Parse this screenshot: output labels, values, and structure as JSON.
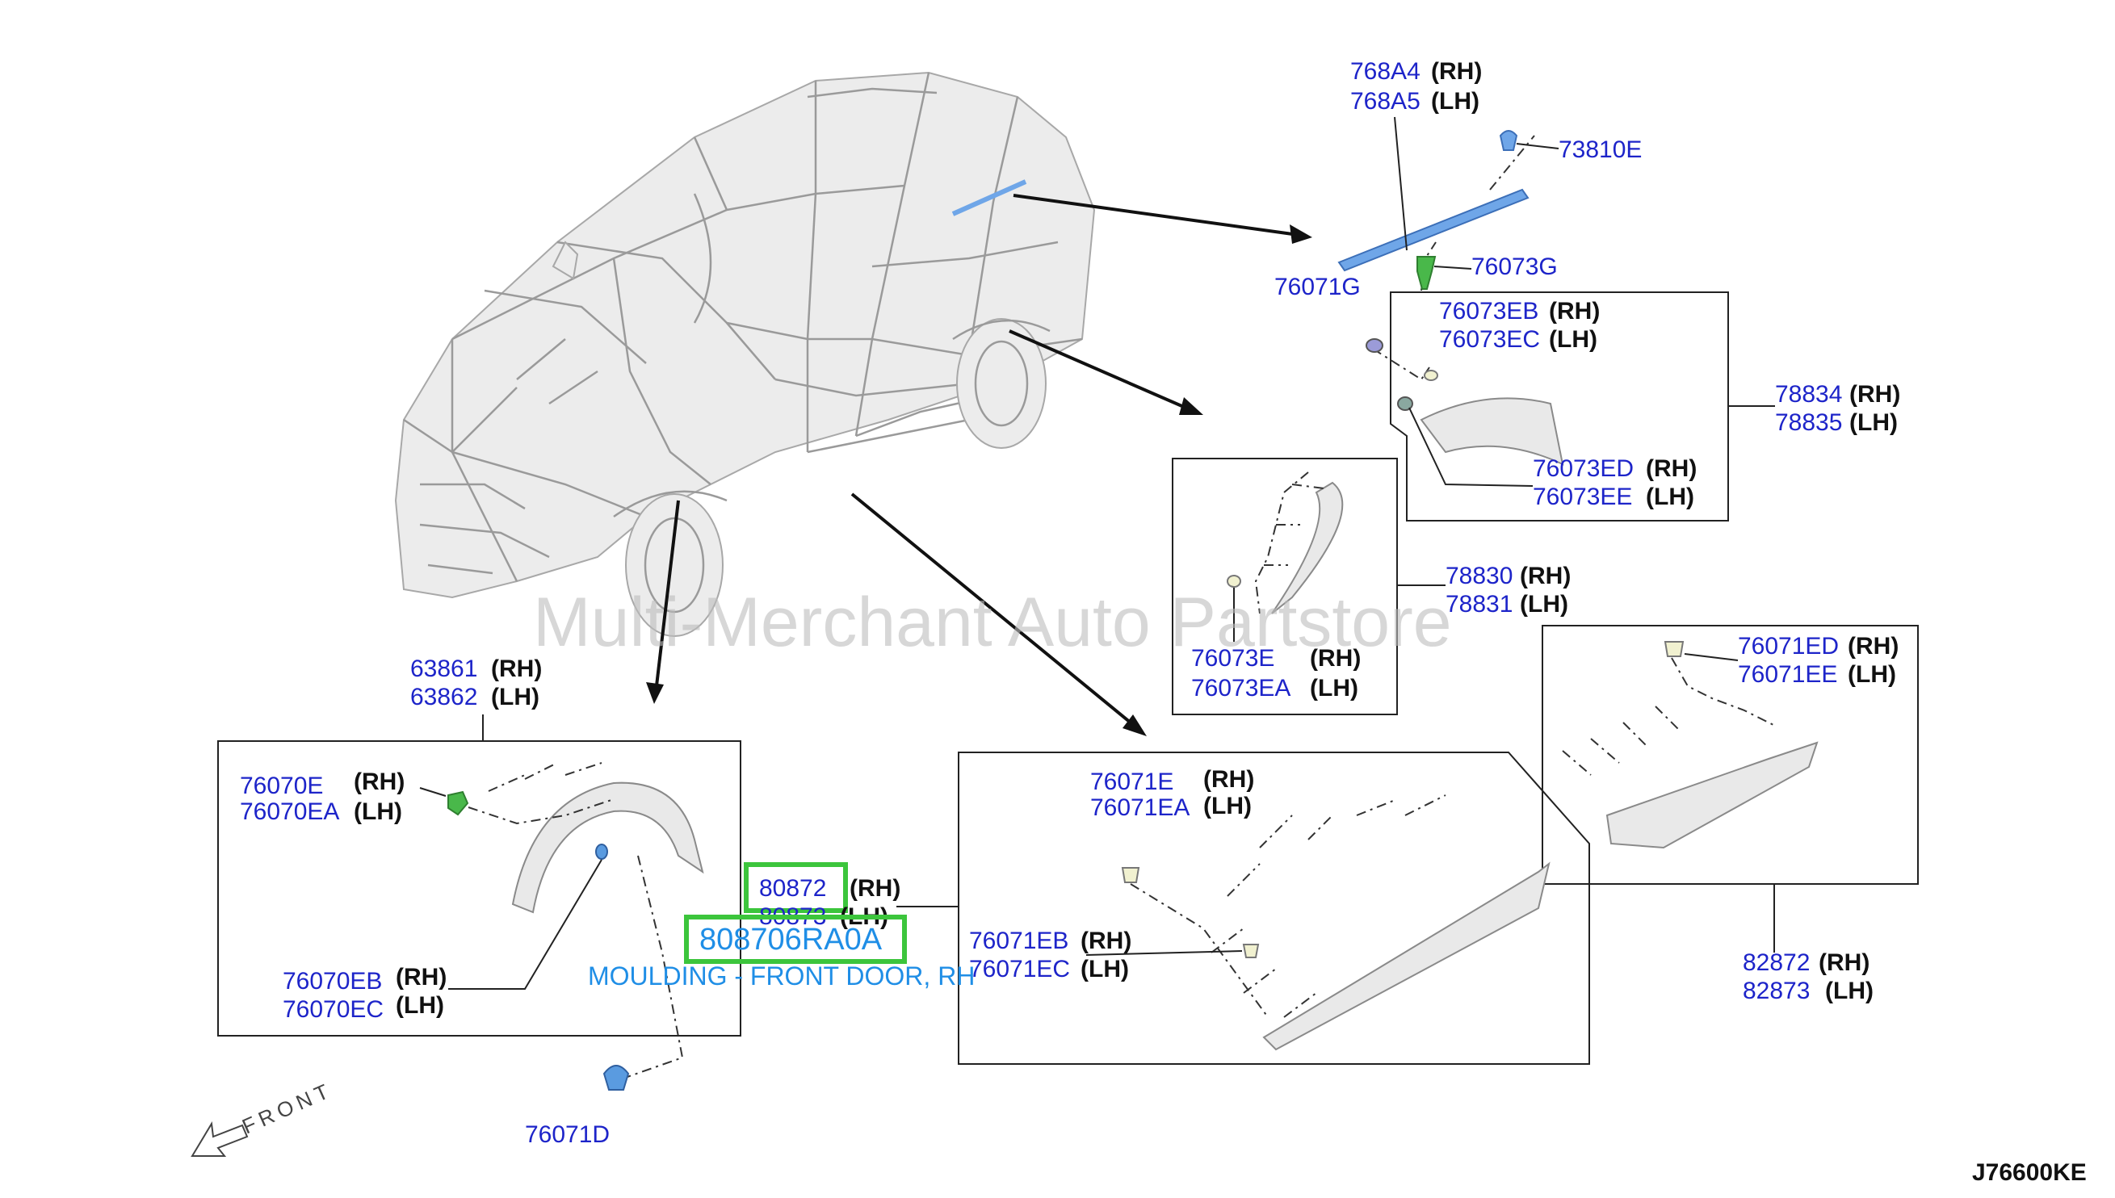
{
  "watermark": "Multi-Merchant Auto Partstore",
  "diagram_code": "J76600KE",
  "front_label": "FRONT",
  "highlight": {
    "part_number": "808706RA0A",
    "description": "MOULDING - FRONT DOOR, RH"
  },
  "colors": {
    "label": "#1d24c9",
    "suffix": "#111111",
    "highlight_box": "#3cc53c",
    "note": "#1f8ee6",
    "clip_green": "#49b84a",
    "clip_blue": "#5a9be0",
    "rail_blue": "#6fa6e8"
  },
  "labels": [
    {
      "id": "l768a4",
      "num": "768A4",
      "suf": "(RH)"
    },
    {
      "id": "l768a5",
      "num": "768A5",
      "suf": "(LH)"
    },
    {
      "id": "l73810e",
      "num": "73810E",
      "suf": ""
    },
    {
      "id": "l76073g",
      "num": "76073G",
      "suf": ""
    },
    {
      "id": "l76071g",
      "num": "76071G",
      "suf": ""
    },
    {
      "id": "l76073eb",
      "num": "76073EB",
      "suf": "(RH)"
    },
    {
      "id": "l76073ec",
      "num": "76073EC",
      "suf": "(LH)"
    },
    {
      "id": "l78834",
      "num": "78834",
      "suf": "(RH)"
    },
    {
      "id": "l78835",
      "num": "78835",
      "suf": "(LH)"
    },
    {
      "id": "l76073ed",
      "num": "76073ED",
      "suf": "(RH)"
    },
    {
      "id": "l76073ee",
      "num": "76073EE",
      "suf": "(LH)"
    },
    {
      "id": "l78830",
      "num": "78830",
      "suf": "(RH)"
    },
    {
      "id": "l78831",
      "num": "78831",
      "suf": "(LH)"
    },
    {
      "id": "l76073e",
      "num": "76073E",
      "suf": "(RH)"
    },
    {
      "id": "l76073ea",
      "num": "76073EA",
      "suf": "(LH)"
    },
    {
      "id": "l76071ed",
      "num": "76071ED",
      "suf": "(RH)"
    },
    {
      "id": "l76071ee",
      "num": "76071EE",
      "suf": "(LH)"
    },
    {
      "id": "l63861",
      "num": "63861",
      "suf": "(RH)"
    },
    {
      "id": "l63862",
      "num": "63862",
      "suf": "(LH)"
    },
    {
      "id": "l76070e",
      "num": "76070E",
      "suf": "(RH)"
    },
    {
      "id": "l76070ea",
      "num": "76070EA",
      "suf": "(LH)"
    },
    {
      "id": "l80872",
      "num": "80872",
      "suf": "(RH)"
    },
    {
      "id": "l80873",
      "num": "80873",
      "suf": "(LH)"
    },
    {
      "id": "l76070eb",
      "num": "76070EB",
      "suf": "(RH)"
    },
    {
      "id": "l76070ec",
      "num": "76070EC",
      "suf": "(LH)"
    },
    {
      "id": "l76071e",
      "num": "76071E",
      "suf": "(RH)"
    },
    {
      "id": "l76071ea",
      "num": "76071EA",
      "suf": "(LH)"
    },
    {
      "id": "l76071eb",
      "num": "76071EB",
      "suf": "(RH)"
    },
    {
      "id": "l76071ec",
      "num": "76071EC",
      "suf": "(LH)"
    },
    {
      "id": "l82872",
      "num": "82872",
      "suf": "(RH)"
    },
    {
      "id": "l82873",
      "num": "82873",
      "suf": "(LH)"
    },
    {
      "id": "l76071d",
      "num": "76071D",
      "suf": ""
    }
  ]
}
